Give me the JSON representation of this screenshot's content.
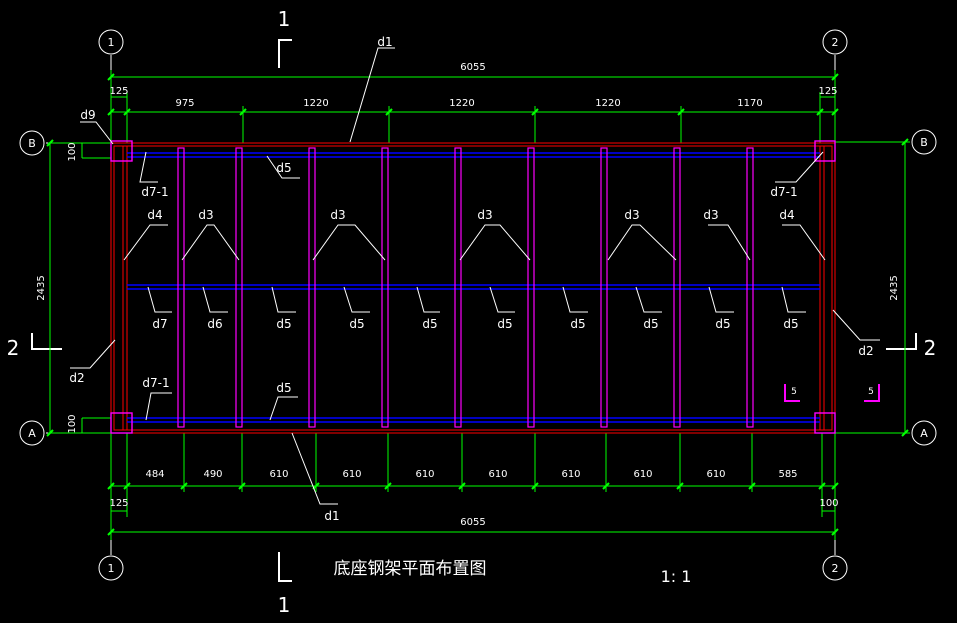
{
  "drawing": {
    "title": "底座钢架平面布置图",
    "scale": "1: 1",
    "grid_axes": {
      "left_col": "1",
      "right_col": "2",
      "top_row": "B",
      "bottom_row": "A"
    },
    "section_marks": {
      "vertical": "1",
      "horizontal": "2",
      "detail": "5"
    },
    "dimensions": {
      "overall_width": "6055",
      "overall_height": "2435",
      "edge_125": "125",
      "edge_100": "100",
      "top_segments": [
        "975",
        "1220",
        "1220",
        "1220",
        "1170"
      ],
      "bottom_segments": [
        "484",
        "490",
        "610",
        "610",
        "610",
        "610",
        "610",
        "610",
        "610",
        "585"
      ]
    },
    "member_tags": {
      "d1": "d1",
      "d2": "d2",
      "d3": "d3",
      "d4": "d4",
      "d5": "d5",
      "d6": "d6",
      "d7": "d7",
      "d7_1": "d7-1",
      "d9": "d9"
    }
  },
  "colors": {
    "background": "#000000",
    "dimension_line": "#00ff00",
    "outer_frame": "#ff0000",
    "beam": "#0000ff",
    "column": "#ff00ff",
    "leader": "#ffffff",
    "grid_line": "#ffffff"
  }
}
